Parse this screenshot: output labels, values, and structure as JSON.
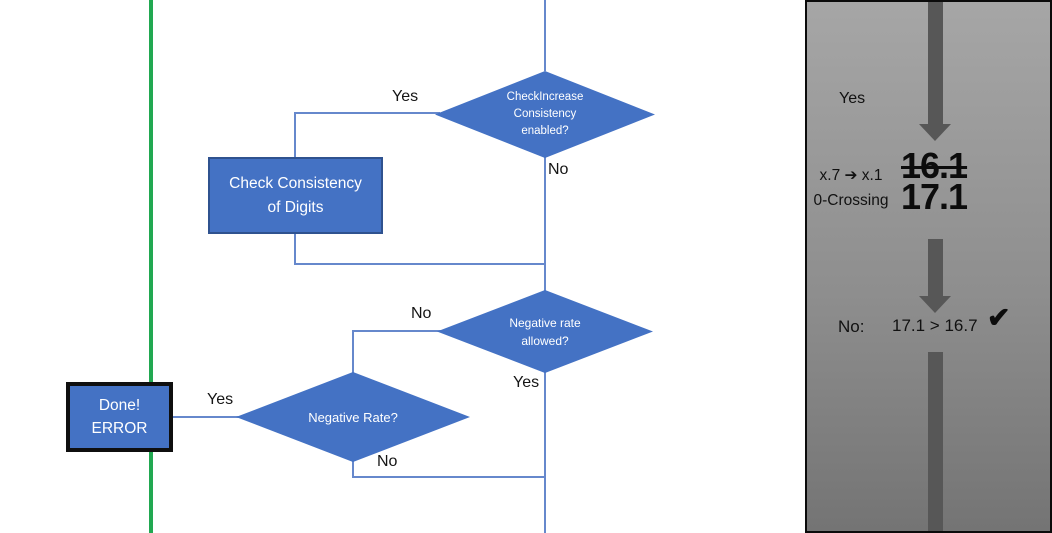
{
  "colors": {
    "shape_blue": "#4472C4",
    "shape_border": "#2F528F",
    "terminal_border": "#0F0F0F",
    "connector_blue": "#6688CC",
    "green_line": "#21A851",
    "arrow_gray": "#575757",
    "panel_gradient_top": "#A6A6A6",
    "panel_gradient_bottom": "#747474"
  },
  "flowchart": {
    "decision_check_increase": {
      "line1": "CheckIncrease",
      "line2": "Consistency",
      "line3": "enabled?"
    },
    "process_check_consistency": {
      "line1": "Check Consistency",
      "line2": "of Digits"
    },
    "decision_negative_rate_allowed": {
      "line1": "Negative rate",
      "line2": "allowed?"
    },
    "decision_negative_rate": {
      "label": "Negative Rate?"
    },
    "terminal_done_error": {
      "line1": "Done!",
      "line2": "ERROR"
    },
    "edge_labels": {
      "yes_top": "Yes",
      "no_top": "No",
      "no_mid": "No",
      "yes_mid": "Yes",
      "yes_done": "Yes",
      "no_bottom": "No"
    }
  },
  "panel": {
    "yes_label": "Yes",
    "mapping_line1": "x.7 ➔ x.1",
    "mapping_line2": "0-Crossing",
    "old_value": "16.1",
    "new_value": "17.1",
    "result_label": "No:",
    "result_comparison": "17.1 > 16.7",
    "checkmark": "✔"
  }
}
